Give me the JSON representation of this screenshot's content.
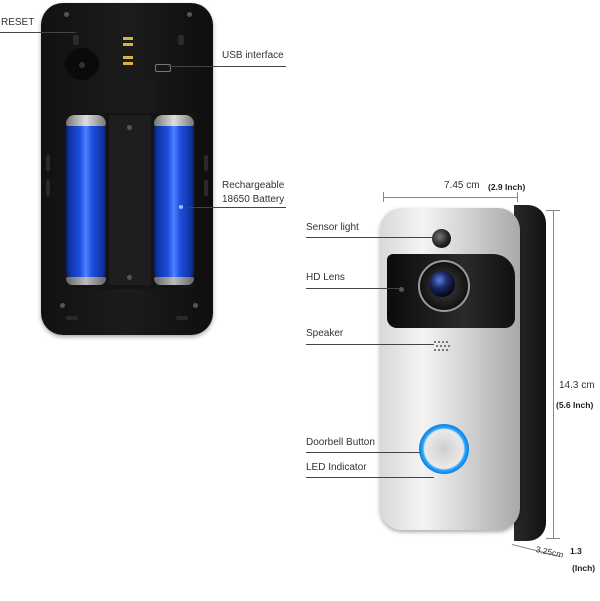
{
  "back_view": {
    "labels": {
      "reset": "RESET",
      "usb": "USB interface",
      "battery_line1": "Rechargeable",
      "battery_line2": "18650 Battery"
    }
  },
  "front_view": {
    "labels": {
      "sensor": "Sensor light",
      "lens": "HD Lens",
      "speaker": "Speaker",
      "doorbell": "Doorbell Button",
      "led": "LED Indicator"
    },
    "dimensions": {
      "width_cm": "7.45 cm",
      "width_in": "(2.9 Inch)",
      "height_cm": "14.3 cm",
      "height_in": "(5.6 Inch)",
      "depth_cm": "3.25cm",
      "depth_in": "1.3",
      "depth_unit": "(Inch)"
    }
  },
  "colors": {
    "battery_blue": "#1e4fe0",
    "led_ring_blue": "#2aa7ff",
    "housing_silver": "#e0e0e0",
    "back_black": "#111111"
  }
}
